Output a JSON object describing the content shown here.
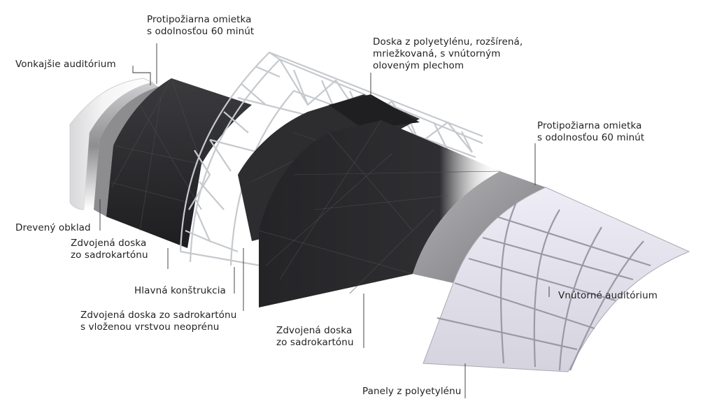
{
  "labels": {
    "outer_fire_plaster": [
      "Protipožiarna omietka",
      "s odolnosťou 60 minút"
    ],
    "outer_auditorium": [
      "Vonkajšie auditórium"
    ],
    "polyethylene_board": [
      "Doska z polyetylénu, rozšírená,",
      "mriežkovaná, s vnútorným",
      "oloveným plechom"
    ],
    "inner_fire_plaster": [
      "Protipožiarna omietka",
      "s odolnosťou 60 minút"
    ],
    "wood_cladding": [
      "Drevený obklad"
    ],
    "double_plasterboard_left": [
      "Zdvojená doska",
      "zo sadrokartónu"
    ],
    "main_structure": [
      "Hlavná konštrukcia"
    ],
    "double_plasterboard_neoprene": [
      "Zdvojená doska zo sadrokartónu",
      "s vloženou vrstvou neoprénu"
    ],
    "inner_auditorium": [
      "Vnútorné auditórium"
    ],
    "double_plasterboard_right": [
      "Zdvojená doska",
      "zo sadrokartónu"
    ],
    "polyethylene_panels": [
      "Panely z polyetylénu"
    ]
  },
  "colors": {
    "dark_layer": "#2b2b2d",
    "dark_layer_light": "#4a4a4d",
    "gray_plaster": "#9c9c9f",
    "light_panel": "#e4e3ee",
    "steel": "#b9bcc0"
  }
}
